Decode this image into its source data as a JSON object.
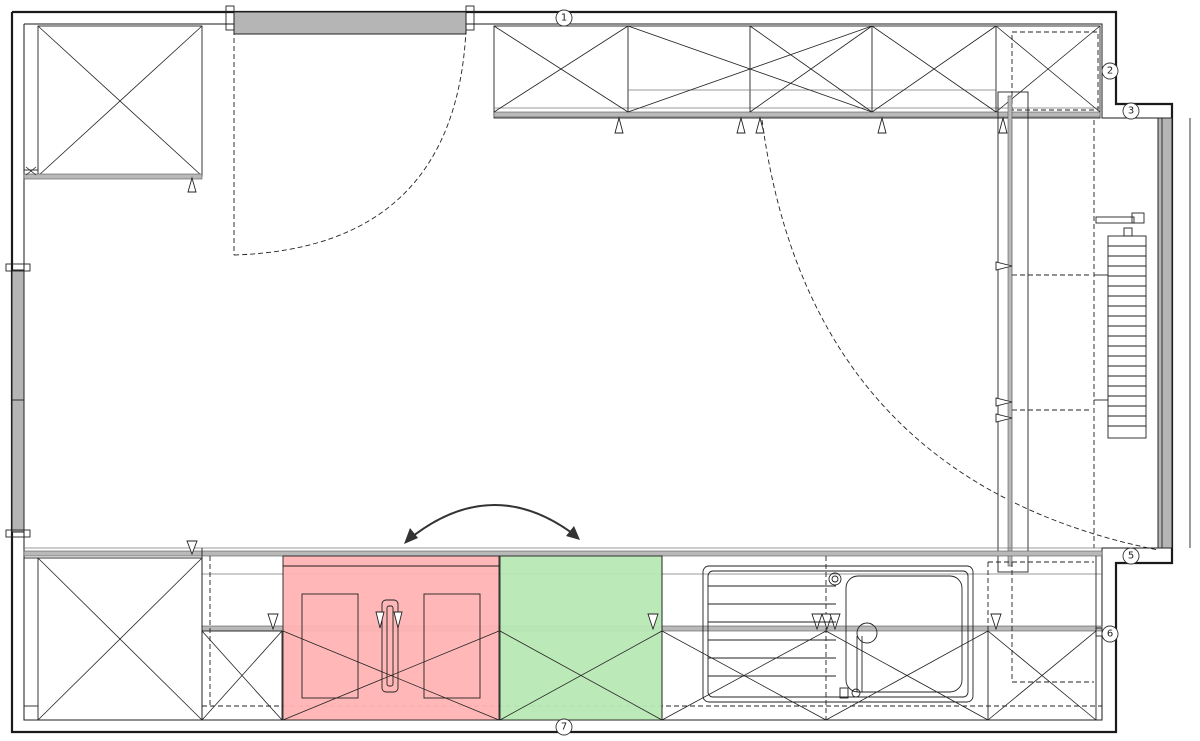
{
  "markers": [
    {
      "id": "marker-1",
      "label": "1"
    },
    {
      "id": "marker-2",
      "label": "2"
    },
    {
      "id": "marker-3",
      "label": "3"
    },
    {
      "id": "marker-5",
      "label": "5"
    },
    {
      "id": "marker-6",
      "label": "6"
    },
    {
      "id": "marker-7",
      "label": "7"
    }
  ],
  "highlights": {
    "hob_zone_color": "#ffb3b3",
    "free_zone_color": "#b7e8b4"
  }
}
